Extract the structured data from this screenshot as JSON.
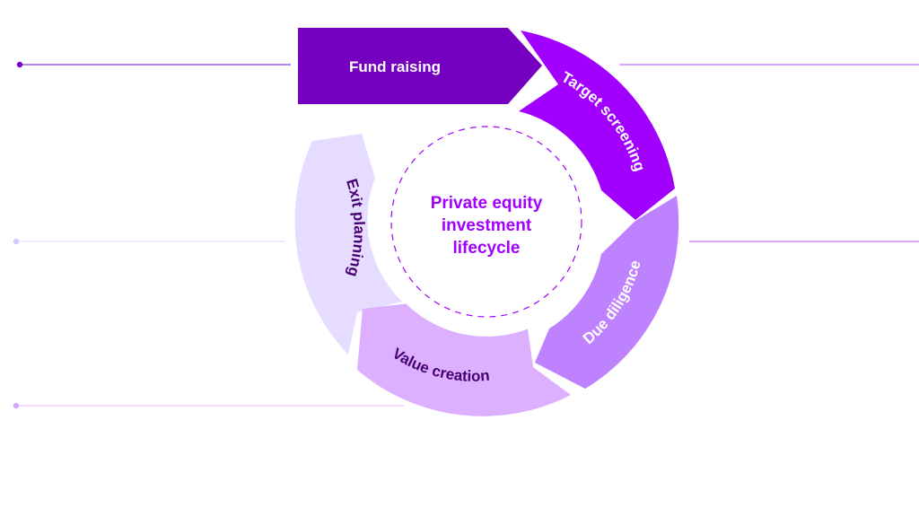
{
  "diagram": {
    "title": "Private equity investment lifecycle",
    "center_lines": [
      "Private equity",
      "investment",
      "lifecycle"
    ],
    "stages": [
      {
        "label": "Fund raising",
        "fill": "#7500c0",
        "text_color": "#ffffff"
      },
      {
        "label": "Target screening",
        "fill": "#a100ff",
        "text_color": "#ffffff"
      },
      {
        "label": "Due diligence",
        "fill": "#be82ff",
        "text_color": "#ffffff"
      },
      {
        "label": "Value creation",
        "fill": "#dcafff",
        "text_color": "#460073"
      },
      {
        "label": "Exit planning",
        "fill": "#e6dcff",
        "text_color": "#460073"
      }
    ],
    "connectors": [
      {
        "side": "left",
        "color": "#a055f5",
        "dot_color": "#7500c0"
      },
      {
        "side": "right",
        "color": "#c88cff"
      },
      {
        "side": "left",
        "color": "#ece6ff",
        "dot_color": "#d7c8ff"
      },
      {
        "side": "right",
        "color": "#c88cff"
      },
      {
        "side": "left",
        "color": "#efd2ff",
        "dot_color": "#d4a6f7"
      }
    ],
    "dashed_ring_color": "#a100ff"
  }
}
